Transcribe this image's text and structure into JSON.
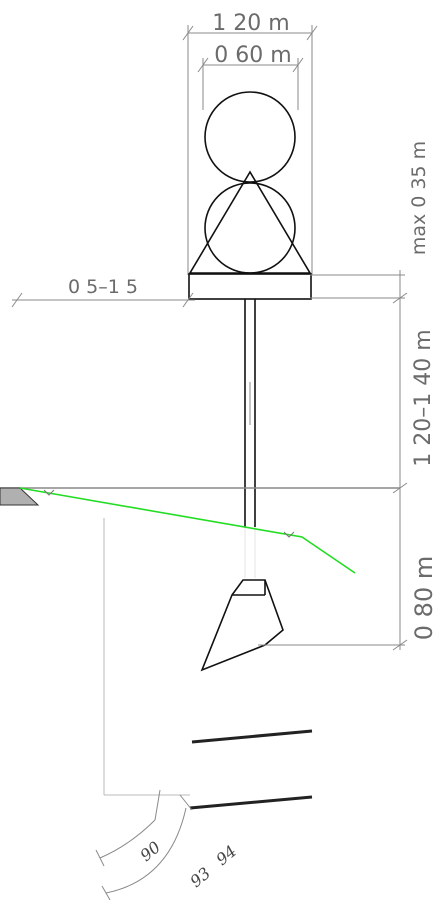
{
  "diagram": {
    "dimensions": {
      "outer_width": "1 20  m",
      "inner_width": "0 60  m",
      "max_height": "max  0 35  m",
      "offset": "0 5–1 5",
      "post_height": "1 20–1 40  m",
      "foundation_depth": "0 80  m"
    },
    "angles": {
      "a1": "90",
      "a2": "93",
      "a3": "94"
    },
    "colors": {
      "line": "#111111",
      "dim_line": "#8a8a8a",
      "ground": "#888888",
      "terrain": "#22dd22",
      "slab": "#b0b0b0"
    }
  }
}
